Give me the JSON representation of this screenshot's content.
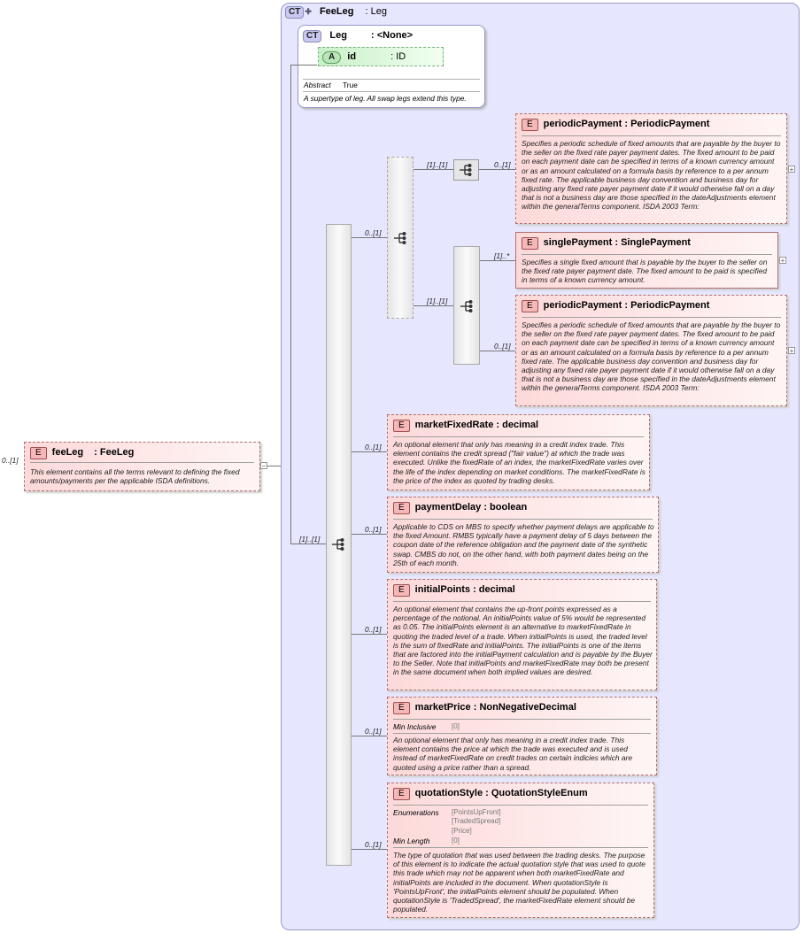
{
  "feeleg_ct": {
    "badge": "CT",
    "name": "FeeLeg",
    "type": ": Leg"
  },
  "leg_ct": {
    "badge": "CT",
    "name": "Leg",
    "type": ": <None>",
    "abstract_label": "Abstract",
    "abstract_value": "True",
    "doc": "A supertype of leg. All swap legs extend this type."
  },
  "attr_id": {
    "badge": "A",
    "name": "id",
    "type": ": ID"
  },
  "root": {
    "badge": "E",
    "name": "feeLeg",
    "type": ": FeeLeg",
    "card": "0..[1]",
    "doc": "This element contains all the terms relevant to defining the fixed amounts/payments per the applicable ISDA definitions.",
    "collapse": "−"
  },
  "cards": {
    "main_seq": "[1]..[1]",
    "choice": "0..[1]",
    "choice_seq1": "[1]..[1]",
    "choice_seq2": "[1]..[1]",
    "periodic1": "0..[1]",
    "single": "[1]..*",
    "periodic2": "0..[1]",
    "marketFixedRate": "0..[1]",
    "paymentDelay": "0..[1]",
    "initialPoints": "0..[1]",
    "marketPrice": "0..[1]",
    "quotationStyle": "0..[1]"
  },
  "elements": {
    "periodic1": {
      "badge": "E",
      "name": "periodicPayment",
      "type": ": PeriodicPayment",
      "doc": "Specifies a periodic schedule of fixed amounts that are payable by the buyer to the seller on the fixed rate payer payment dates. The fixed amount to be paid on each payment date can be specified in terms of a known currency amount or as an amount calculated on a formula basis by reference to a per annum fixed rate. The applicable business day convention and business day for adjusting any fixed rate payer payment date if it would otherwise fall on a day that is not a business day are those specified in the dateAdjustments element within the generalTerms component. ISDA 2003 Term:",
      "expand": "+"
    },
    "single": {
      "badge": "E",
      "name": "singlePayment",
      "type": ": SinglePayment",
      "doc": "Specifies a single fixed amount that is payable by the buyer to the seller on the fixed rate payer payment date. The fixed amount to be paid is specified in terms of a known currency amount.",
      "expand": "+"
    },
    "periodic2": {
      "badge": "E",
      "name": "periodicPayment",
      "type": ": PeriodicPayment",
      "doc": "Specifies a periodic schedule of fixed amounts that are payable by the buyer to the seller on the fixed rate payer payment dates. The fixed amount to be paid on each payment date can be specified in terms of a known currency amount or as an amount calculated on a formula basis by reference to a per annum fixed rate. The applicable business day convention and business day for adjusting any fixed rate payer payment date if it would otherwise fall on a day that is not a business day are those specified in the dateAdjustments element within the generalTerms component. ISDA 2003 Term:",
      "expand": "+"
    },
    "marketFixedRate": {
      "badge": "E",
      "name": "marketFixedRate",
      "type": ": decimal",
      "doc": "An optional element that only has meaning in a credit index trade. This element contains the credit spread (\"fair value\") at which the trade was executed. Unlike the fixedRate of an index, the marketFixedRate varies over the life of the index depending on market conditions. The marketFixedRate is the price of the index as quoted by trading desks."
    },
    "paymentDelay": {
      "badge": "E",
      "name": "paymentDelay",
      "type": ": boolean",
      "doc": "Applicable to CDS on MBS to specify whether payment delays are applicable to the fixed Amount. RMBS typically have a payment delay of 5 days between the coupon date of the reference obligation and the payment date of the synthetic swap. CMBS do not, on the other hand, with both payment dates being on the 25th of each month."
    },
    "initialPoints": {
      "badge": "E",
      "name": "initialPoints",
      "type": ": decimal",
      "doc": "An optional element that contains the up-front points expressed as a percentage of the notional. An initialPoints value of 5% would be represented as 0.05. The initialPoints element is an alternative to marketFixedRate in quoting the traded level of a trade. When initialPoints is used, the traded level is the sum of fixedRate and initialPoints. The initialPoints is one of the items that are factored into the initialPayment calculation and is payable by the Buyer to the Seller. Note that initialPoints and marketFixedRate may both be present in the same document when both implied values are desired."
    },
    "marketPrice": {
      "badge": "E",
      "name": "marketPrice",
      "type": ": NonNegativeDecimal",
      "facet_label": "Min Inclusive",
      "facet_value": "[0]",
      "doc": "An optional element that only has meaning in a credit index trade. This element contains the price at which the trade was executed and is used instead of marketFixedRate on credit trades on certain indicies which are quoted using a price rather than a spread."
    },
    "quotationStyle": {
      "badge": "E",
      "name": "quotationStyle",
      "type": ": QuotationStyleEnum",
      "enum_label": "Enumerations",
      "enum_values": [
        "[PointsUpFront]",
        "[TradedSpread]",
        "[Price]"
      ],
      "minlen_label": "Min Length",
      "minlen_value": "[0]",
      "doc": "The type of quotation that was used between the trading desks. The purpose of this element is to indicate the actual quotation style that was used to quote this trade which may not be apparent when both marketFixedRate and initialPoints are included in the document. When quotationStyle is 'PointsUpFront', the initialPoints element should be populated. When quotationStyle is 'TradedSpread', the marketFixedRate element should be populated."
    }
  }
}
